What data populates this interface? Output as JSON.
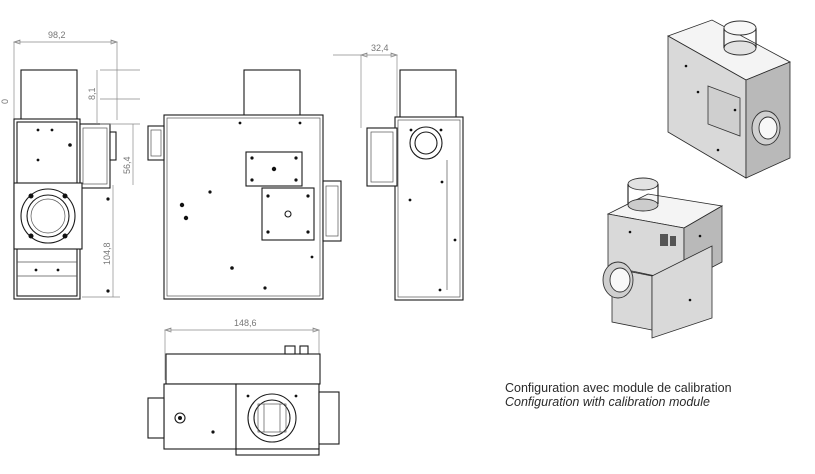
{
  "dimensions": {
    "width_left_view": "98,2",
    "dim_8_1": "8,1",
    "dim_56_4": "56,4",
    "dim_104_8": "104,8",
    "dim_32_4": "32,4",
    "width_bottom_view": "148,6",
    "dim_0": "0"
  },
  "caption": {
    "french": "Configuration avec module de calibration",
    "english": "Configuration with calibration module"
  }
}
